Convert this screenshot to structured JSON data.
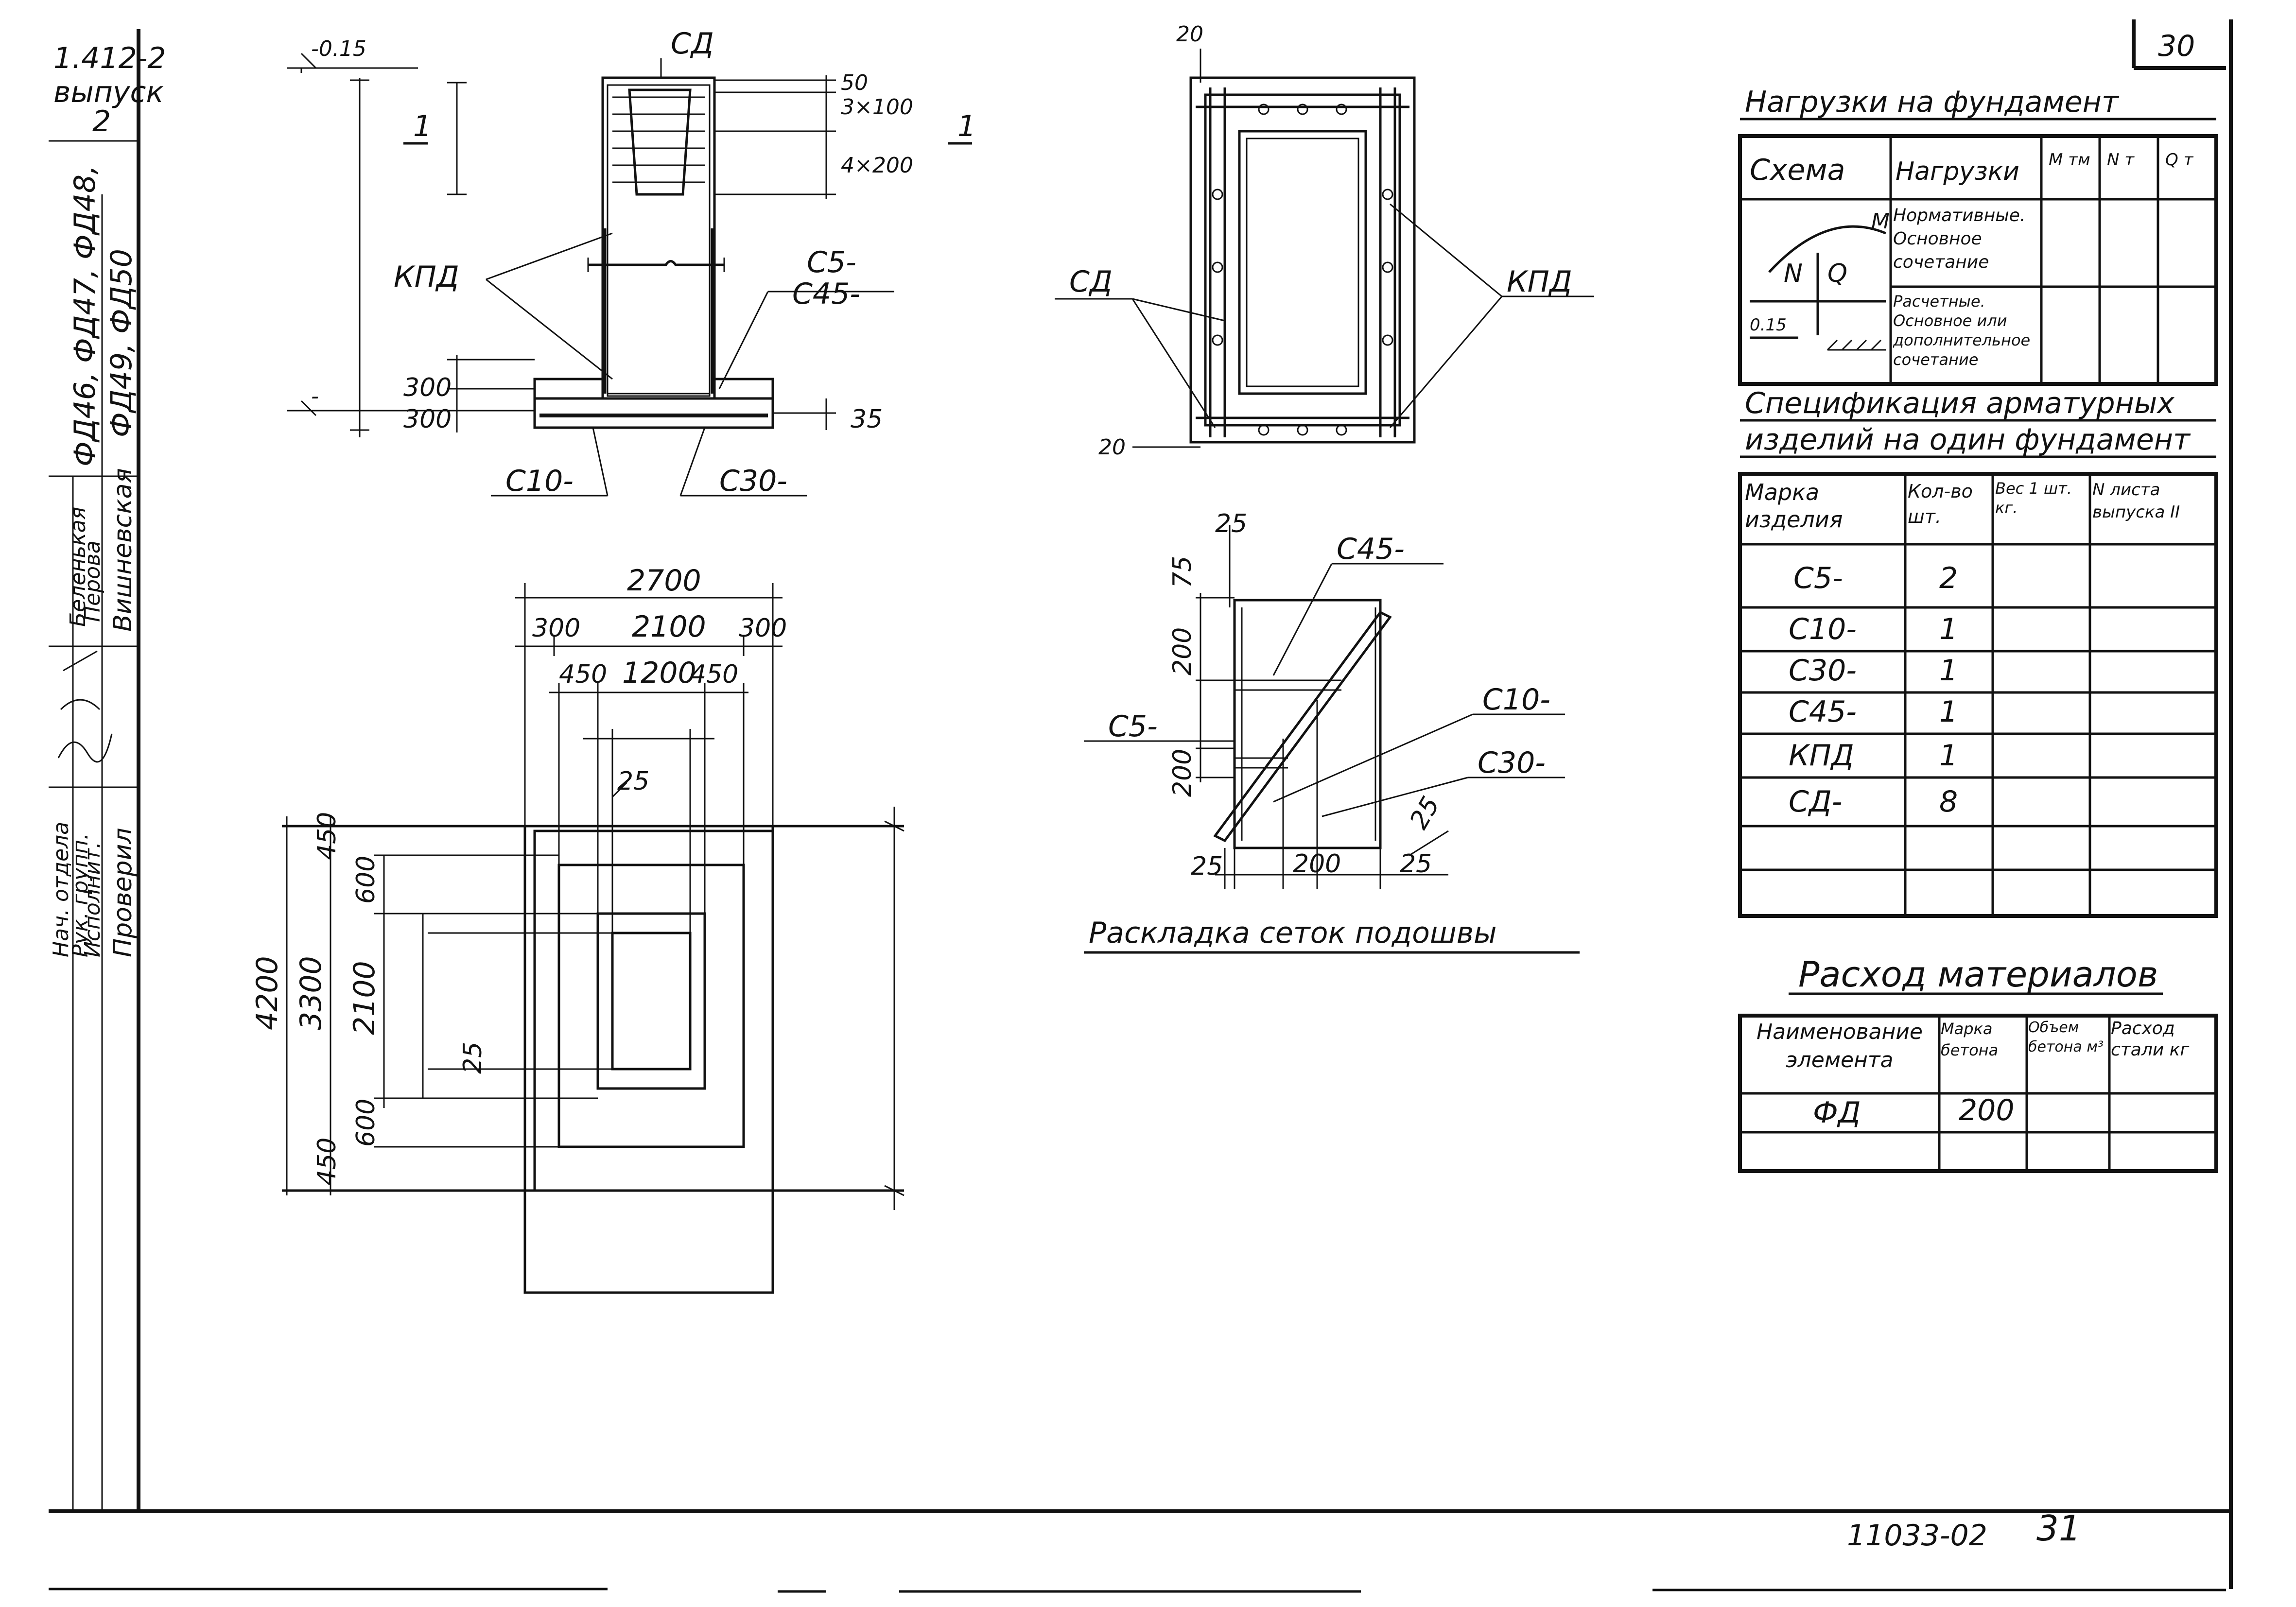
{
  "stamp": {
    "series": "1.412-2",
    "issue": "выпуск",
    "issue_num": "2",
    "marks_line1": "ФД46, ФД47, ФД48,",
    "marks_line2": "ФД49, ФД50",
    "roles": [
      "Нач. отдела",
      "Рук. групп.",
      "Исполнит.",
      "Проверил"
    ],
    "names": [
      "Беленькая",
      "Перова",
      "Вишневская"
    ]
  },
  "sheet_corner_num": "30",
  "footer": {
    "doc_code": "11033-02",
    "page": "31"
  },
  "section_view": {
    "section_label": "1",
    "level_mark": "-0.15",
    "top_label": "СД",
    "dims": [
      "50",
      "3×100",
      "4×200",
      "300",
      "300",
      "35"
    ],
    "labels": [
      "КПД",
      "С5-",
      "С45-",
      "С10-",
      "С30-"
    ]
  },
  "top_detail": {
    "labels": [
      "СД",
      "КПД"
    ],
    "dims": [
      "20",
      "20"
    ]
  },
  "plan_view": {
    "dims_top": [
      "2700",
      "300",
      "2100",
      "300",
      "450",
      "1200",
      "450",
      "25"
    ],
    "dims_left": [
      "4200",
      "3300",
      "450",
      "600",
      "2100",
      "600",
      "450",
      "25"
    ]
  },
  "mesh_layout": {
    "title": "Раскладка сеток подошвы",
    "labels": [
      "С45-",
      "С5-",
      "С10-",
      "С30-"
    ],
    "dims": [
      "25",
      "75",
      "200",
      "200",
      "25",
      "200",
      "25",
      "25"
    ]
  },
  "loads_table": {
    "title": "Нагрузки на фундамент",
    "headers": [
      "Схема",
      "Нагрузки",
      "M тм",
      "N т",
      "Q т"
    ],
    "rows": [
      [
        "Нормативные. Основное сочетание"
      ],
      [
        "Расчетные. Основное или дополнительное сочетание"
      ]
    ],
    "scheme_labels": [
      "M",
      "N",
      "Q",
      "0.15"
    ]
  },
  "spec_table": {
    "title_line1": "Спецификация арматурных",
    "title_line2": "изделий на один фундамент",
    "headers": [
      "Марка изделия",
      "Кол-во шт.",
      "Вес 1 шт. кг.",
      "N листа выпуска II"
    ],
    "rows": [
      [
        "С5-",
        "2"
      ],
      [
        "С10-",
        "1"
      ],
      [
        "С30-",
        "1"
      ],
      [
        "С45-",
        "1"
      ],
      [
        "КПД",
        "1"
      ],
      [
        "СД-",
        "8"
      ],
      [
        "",
        ""
      ],
      [
        "",
        ""
      ]
    ]
  },
  "materials_table": {
    "title": "Расход материалов",
    "headers": [
      "Наименование элемента",
      "Марка бетона",
      "Объем бетона м³",
      "Расход стали кг"
    ],
    "rows": [
      [
        "ФД",
        "200",
        "",
        ""
      ],
      [
        "",
        "",
        "",
        ""
      ]
    ]
  }
}
